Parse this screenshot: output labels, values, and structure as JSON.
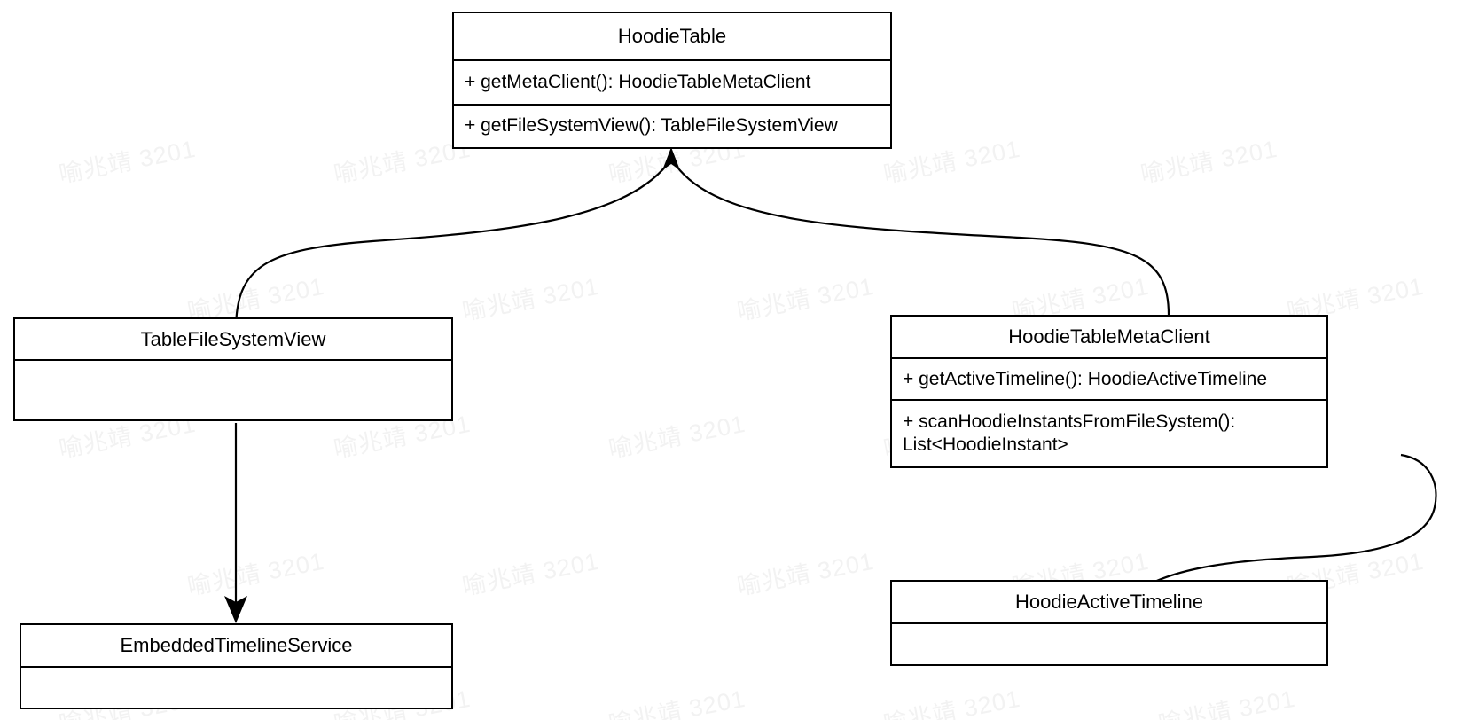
{
  "diagram": {
    "title": "HoodieTable class relationship diagram",
    "type": "uml-class-diagram",
    "background_color": "#ffffff",
    "line_color": "#000000",
    "text_color": "#000000"
  },
  "watermark": {
    "text": "喻兆靖 3201",
    "color": "#f2f2f2",
    "rotation_deg": -11
  },
  "classes": {
    "hoodie_table": {
      "name": "HoodieTable",
      "members": [
        "+ getMetaClient(): HoodieTableMetaClient",
        "+ getFileSystemView(): TableFileSystemView"
      ]
    },
    "table_file_system_view": {
      "name": "TableFileSystemView",
      "members": [
        ""
      ]
    },
    "hoodie_table_meta_client": {
      "name": "HoodieTableMetaClient",
      "members": [
        "+ getActiveTimeline(): HoodieActiveTimeline",
        "+ scanHoodieInstantsFromFileSystem():\nList<HoodieInstant>"
      ]
    },
    "embedded_timeline_service": {
      "name": "EmbeddedTimelineService",
      "members": [
        ""
      ]
    },
    "hoodie_active_timeline": {
      "name": "HoodieActiveTimeline",
      "members": [
        ""
      ]
    }
  },
  "relationships": [
    {
      "id": "tablefilesystemview-to-hoodietable",
      "from": "TableFileSystemView",
      "to": "HoodieTable",
      "arrow": "open-solid-arrowhead",
      "style": "curved"
    },
    {
      "id": "hoodietablemetaclient-to-hoodietable",
      "from": "HoodieTableMetaClient",
      "to": "HoodieTable",
      "arrow": "open-solid-arrowhead",
      "style": "curved"
    },
    {
      "id": "tablefilesystemview-to-embeddedtimelineservice",
      "from": "TableFileSystemView",
      "to": "EmbeddedTimelineService",
      "arrow": "open-solid-arrowhead",
      "style": "straight"
    },
    {
      "id": "hoodietablemetaclient-to-hoodieactivetimeline",
      "from": "HoodieTableMetaClient",
      "to": "HoodieActiveTimeline",
      "arrow": "open-solid-arrowhead",
      "style": "curved"
    }
  ]
}
